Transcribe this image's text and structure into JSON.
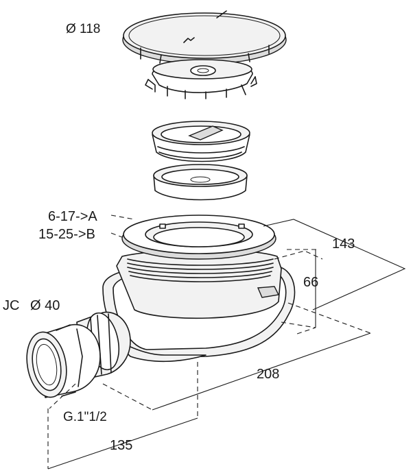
{
  "labels": {
    "diameter_cover": "Ø 118",
    "option_a": "6-17->A",
    "option_b": "15-25->B",
    "height": "66",
    "depth": "143",
    "jc": "JC",
    "outlet_diameter": "Ø 40",
    "length": "208",
    "thread": "G.1\"1/2",
    "offset": "135"
  }
}
